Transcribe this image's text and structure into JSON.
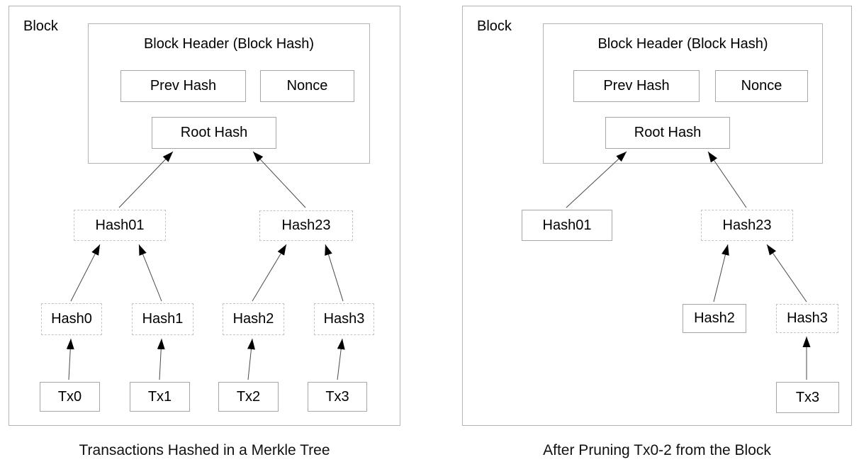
{
  "figure": {
    "left": {
      "block_label": "Block",
      "header_title": "Block Header (Block Hash)",
      "prev_hash": "Prev Hash",
      "nonce": "Nonce",
      "root_hash": "Root Hash",
      "hash01": "Hash01",
      "hash23": "Hash23",
      "hash0": "Hash0",
      "hash1": "Hash1",
      "hash2": "Hash2",
      "hash3": "Hash3",
      "tx0": "Tx0",
      "tx1": "Tx1",
      "tx2": "Tx2",
      "tx3": "Tx3",
      "caption": "Transactions Hashed in a Merkle Tree"
    },
    "right": {
      "block_label": "Block",
      "header_title": "Block Header (Block Hash)",
      "prev_hash": "Prev Hash",
      "nonce": "Nonce",
      "root_hash": "Root Hash",
      "hash01": "Hash01",
      "hash23": "Hash23",
      "hash2": "Hash2",
      "hash3": "Hash3",
      "tx3": "Tx3",
      "caption": "After Pruning Tx0-2 from the Block"
    },
    "colors": {
      "background": "#ffffff",
      "outer_border": "#b3b3b3",
      "solid_box_border": "#a6a6a6",
      "dashed_box_border": "#c4c4c4",
      "arrow_line": "#4a4a4a",
      "arrow_head": "#000000",
      "text": "#000000"
    }
  }
}
